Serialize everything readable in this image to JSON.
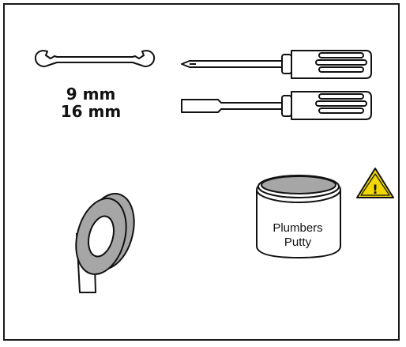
{
  "wrench": {
    "size_small": "9 mm",
    "size_large": "16 mm",
    "icon": "open-end-wrench-icon"
  },
  "screwdrivers": {
    "icons": [
      "phillips-screwdriver-icon",
      "flat-screwdriver-icon"
    ]
  },
  "tape": {
    "icon": "thread-seal-tape-icon"
  },
  "putty": {
    "label_line1": "Plumbers",
    "label_line2": "Putty",
    "icon": "putty-can-icon"
  },
  "warning": {
    "icon": "warning-triangle-icon",
    "symbol": "!",
    "color": "#f2d800"
  }
}
